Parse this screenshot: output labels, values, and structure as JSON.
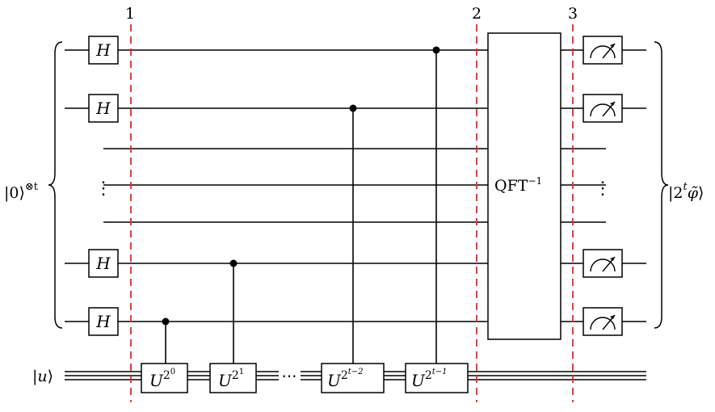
{
  "barrier_labels": [
    "1",
    "2",
    "3"
  ],
  "hadamard_label": "H",
  "qft_label": "QFT",
  "qft_exponent": "−1",
  "input_label": {
    "ket": "|0⟩",
    "superscript": "⊗t"
  },
  "output_label": {
    "prefix": "|2",
    "superscript": "t",
    "phi": "φ̃",
    "close": "⟩"
  },
  "register_label": {
    "open": "|",
    "u": "u",
    "close": "⟩"
  },
  "unitary_gates": [
    {
      "base": "U",
      "power": "2",
      "exponent": "0"
    },
    {
      "base": "U",
      "power": "2",
      "exponent": "1"
    },
    {
      "base": "U",
      "power": "2",
      "exponent": "t−2"
    },
    {
      "base": "U",
      "power": "2",
      "exponent": "t−1"
    }
  ],
  "ellipsis_vertical": "⋮",
  "ellipsis_horizontal": "⋯",
  "colors": {
    "wire": "#000000",
    "barrier": "#e8262b",
    "gate_fill": "#ffffff"
  }
}
